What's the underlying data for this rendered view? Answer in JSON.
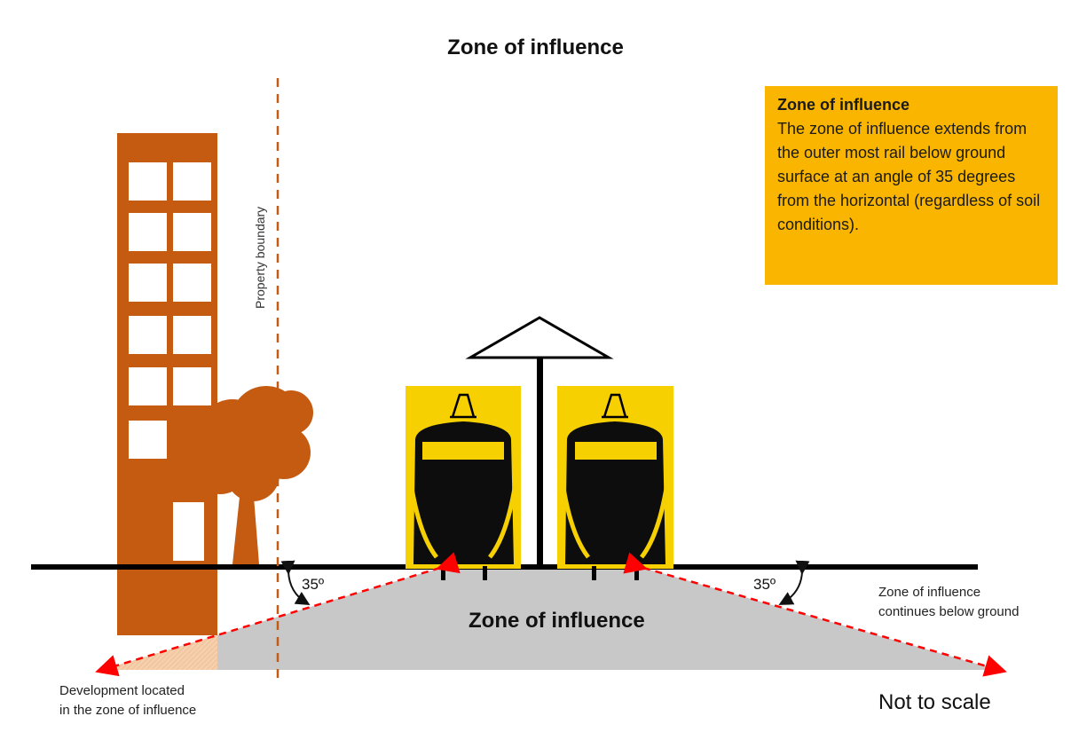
{
  "title": "Zone of influence",
  "info_box": {
    "title": "Zone of influence",
    "body": "The zone of influence extends from the outer most rail below ground surface at an angle of 35 degrees from the horizontal (regardless of soil conditions)."
  },
  "labels": {
    "property_boundary": "Property boundary",
    "zone_center": "Zone of influence",
    "angle_left": "35º",
    "angle_right": "35º",
    "continues_line1": "Zone of influence",
    "continues_line2": "continues below ground",
    "development_line1": "Development located",
    "development_line2": "in the zone of influence",
    "not_to_scale": "Not to scale"
  },
  "colors": {
    "building": "#c55a11",
    "zone": "#c8c8c8",
    "info_box": "#f9b500",
    "tram_bg": "#f6d000",
    "tram_body": "#0d0d0d",
    "arrow": "#ff0000"
  },
  "icons": [
    "building-icon",
    "tree-icon",
    "tram-icon",
    "shelter-icon"
  ]
}
